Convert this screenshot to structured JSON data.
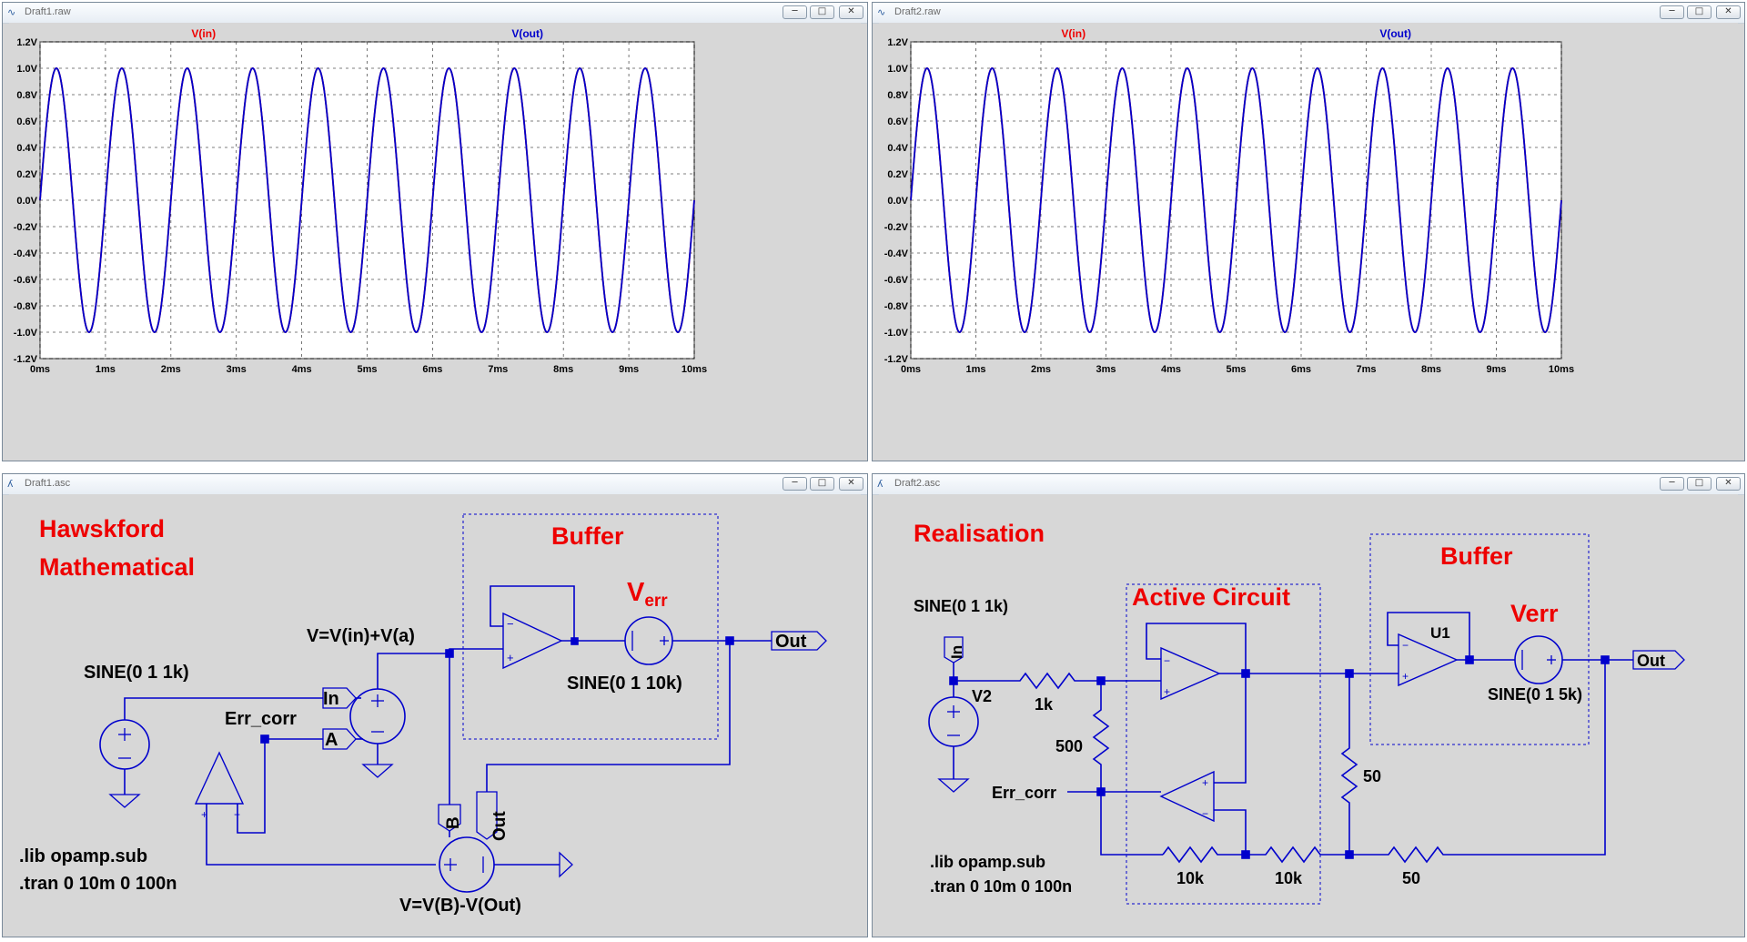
{
  "windows": {
    "draft1_raw": {
      "title": "Draft1.raw",
      "min": "─",
      "max": "□",
      "close": "✕"
    },
    "draft2_raw": {
      "title": "Draft2.raw",
      "min": "─",
      "max": "□",
      "close": "✕"
    },
    "draft1_asc": {
      "title": "Draft1.asc",
      "min": "─",
      "max": "□",
      "close": "✕"
    },
    "draft2_asc": {
      "title": "Draft2.asc",
      "min": "─",
      "max": "□",
      "close": "✕"
    }
  },
  "chart_data": [
    {
      "type": "line",
      "window": "Draft1.raw",
      "series": [
        {
          "name": "V(in)",
          "color": "#ee0000",
          "function": "sin(2*pi*1k*t)"
        },
        {
          "name": "V(out)",
          "color": "#0000cc",
          "function": "sin(2*pi*1k*t)"
        }
      ],
      "x_ticks": [
        "0ms",
        "1ms",
        "2ms",
        "3ms",
        "4ms",
        "5ms",
        "6ms",
        "7ms",
        "8ms",
        "9ms",
        "10ms"
      ],
      "y_ticks": [
        "1.2V",
        "1.0V",
        "0.8V",
        "0.6V",
        "0.4V",
        "0.2V",
        "0.0V",
        "-0.2V",
        "-0.4V",
        "-0.6V",
        "-0.8V",
        "-1.0V",
        "-1.2V"
      ],
      "xlim_ms": [
        0,
        10
      ],
      "ylim": [
        -1.2,
        1.2
      ],
      "frequency_hz": 1000,
      "amplitude_v": 1.0,
      "grid": true
    },
    {
      "type": "line",
      "window": "Draft2.raw",
      "series": [
        {
          "name": "V(in)",
          "color": "#ee0000",
          "function": "sin(2*pi*1k*t)"
        },
        {
          "name": "V(out)",
          "color": "#0000cc",
          "function": "sin(2*pi*1k*t)"
        }
      ],
      "x_ticks": [
        "0ms",
        "1ms",
        "2ms",
        "3ms",
        "4ms",
        "5ms",
        "6ms",
        "7ms",
        "8ms",
        "9ms",
        "10ms"
      ],
      "y_ticks": [
        "1.2V",
        "1.0V",
        "0.8V",
        "0.6V",
        "0.4V",
        "0.2V",
        "0.0V",
        "-0.2V",
        "-0.4V",
        "-0.6V",
        "-0.8V",
        "-1.0V",
        "-1.2V"
      ],
      "xlim_ms": [
        0,
        10
      ],
      "ylim": [
        -1.2,
        1.2
      ],
      "frequency_hz": 1000,
      "amplitude_v": 1.0,
      "grid": true
    }
  ],
  "schematic1": {
    "title_line1": "Hawskford",
    "title_line2": "Mathematical",
    "buffer_label": "Buffer",
    "verr_main": "V",
    "verr_sub": "err",
    "verr_source": "SINE(0 1 10k)",
    "input_source": "SINE(0 1 1k)",
    "sum_expr": "V=V(in)+V(a)",
    "diff_expr": "V=V(B)-V(Out)",
    "err_corr": "Err_corr",
    "port_in": "In",
    "port_a": "A",
    "port_b": "B",
    "port_out_v": "Out",
    "out_label": "Out",
    "lib": ".lib opamp.sub",
    "tran": ".tran 0 10m 0 100n"
  },
  "schematic2": {
    "title": "Realisation",
    "active_label": "Active Circuit",
    "buffer_label": "Buffer",
    "verr": "Verr",
    "input_source": "SINE(0 1 1k)",
    "verr_source": "SINE(0 1 5k)",
    "port_in": "In",
    "v2": "V2",
    "u1": "U1",
    "r1": "1k",
    "r500": "500",
    "r50a": "50",
    "r50b": "50",
    "r10ka": "10k",
    "r10kb": "10k",
    "err_corr": "Err_corr",
    "out_label": "Out",
    "lib": ".lib opamp.sub",
    "tran": ".tran 0 10m 0 100n"
  }
}
